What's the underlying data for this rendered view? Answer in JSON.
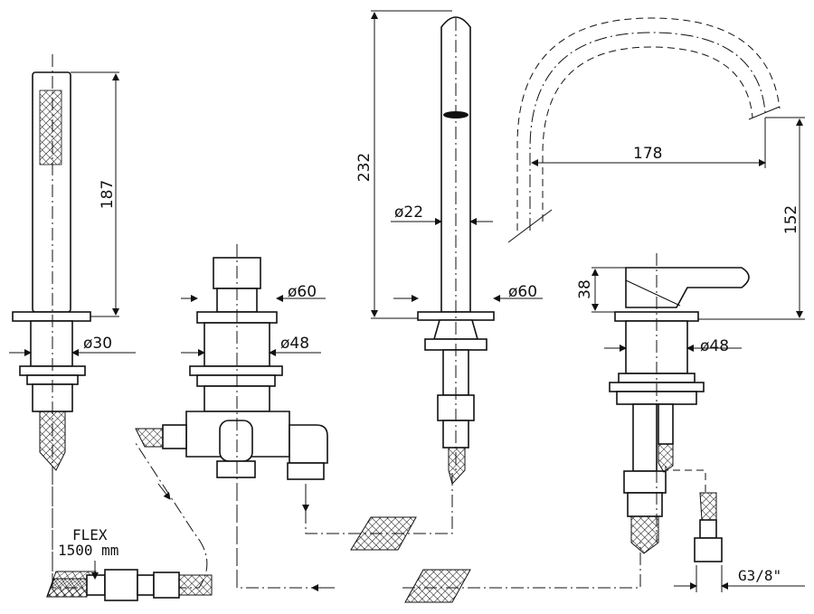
{
  "dimensions": {
    "hand_shower_height": "187",
    "hand_shower_base_diameter": "ø30",
    "diverter_flange_diameter": "ø60",
    "diverter_body_diameter": "ø48",
    "spout_height": "232",
    "spout_diameter": "ø22",
    "spout_flange_diameter": "ø60",
    "spout_reach": "178",
    "spout_outlet_height": "152",
    "mixer_lever_height": "38",
    "mixer_body_diameter": "ø48"
  },
  "notes": {
    "flex_label": "FLEX",
    "flex_length": "1500 mm",
    "connection_thread": "G3/8\""
  }
}
